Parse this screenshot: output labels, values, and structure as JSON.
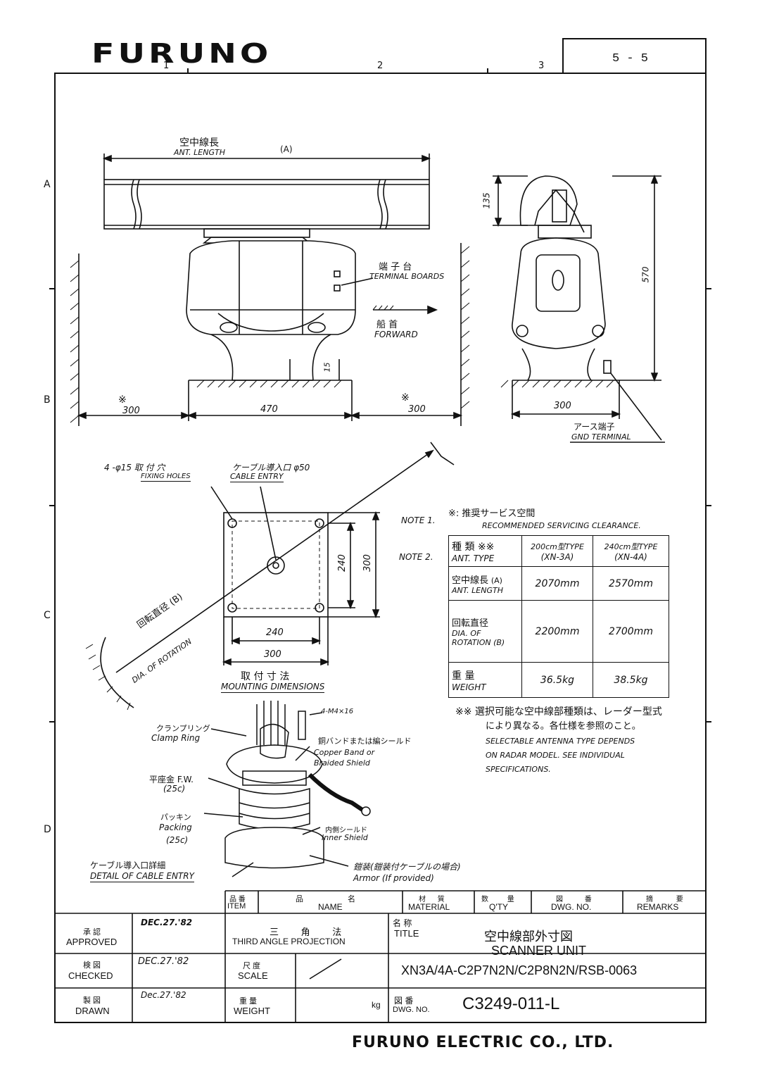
{
  "header": {
    "logo": "FURUNO",
    "page_number": "5 - 5",
    "col_markers": [
      "1",
      "2",
      "3"
    ],
    "row_markers": [
      "A",
      "B",
      "C",
      "D"
    ]
  },
  "front_view": {
    "ant_length_jp": "空中線長",
    "ant_length_en": "ANT. LENGTH",
    "ant_length_ref": "(A)",
    "terminal_boards_jp": "端 子 台",
    "terminal_boards_en": "TERMINAL BOARDS",
    "forward_jp": "船 首",
    "forward_en": "FORWARD",
    "dim_15": "15",
    "clear_mark_left": "※",
    "clear_mark_right": "※",
    "dim_300_left": "300",
    "dim_470": "470",
    "dim_300_right": "300"
  },
  "side_view": {
    "dim_135": "135",
    "dim_570": "570",
    "dim_300": "300",
    "gnd_jp": "アース端子",
    "gnd_en": "GND TERMINAL"
  },
  "mounting": {
    "fixing_jp": "4 -φ15 取 付 穴",
    "fixing_en": "FIXING HOLES",
    "cable_jp": "ケーブル導入口 φ50",
    "cable_en": "CABLE ENTRY",
    "dim_240_v": "240",
    "dim_300_v": "300",
    "dim_240_h": "240",
    "dim_300_h": "300",
    "rotation_jp": "回転直径 (B)",
    "rotation_en": "DIA. OF ROTATION",
    "title_jp": "取 付 寸 法",
    "title_en": "MOUNTING DIMENSIONS"
  },
  "notes": {
    "note1_label": "NOTE 1.",
    "note1_jp": "※: 推奨サービス空間",
    "note1_en": "RECOMMENDED SERVICING CLEARANCE.",
    "note2_label": "NOTE 2.",
    "footnote_jp_1": "※※ 選択可能な空中線部種類は、レーダー型式",
    "footnote_jp_2": "により異なる。各仕様を参照のこと。",
    "footnote_en_1": "SELECTABLE ANTENNA TYPE DEPENDS",
    "footnote_en_2": "ON RADAR MODEL. SEE INDIVIDUAL",
    "footnote_en_3": "SPECIFICATIONS."
  },
  "spec_table": {
    "head_jp": "種 類 ※※",
    "head_en": "ANT. TYPE",
    "col1_jp": "200cm型TYPE",
    "col1_en": "(XN-3A)",
    "col2_jp": "240cm型TYPE",
    "col2_en": "(XN-4A)",
    "rows": [
      {
        "label_jp": "空中線長",
        "label_ref": "(A)",
        "label_en": "ANT. LENGTH",
        "v1": "2070mm",
        "v2": "2570mm"
      },
      {
        "label_jp": "回転直径",
        "label_ref": "(B)",
        "label_en": "DIA. OF ROTATION",
        "v1": "2200mm",
        "v2": "2700mm"
      },
      {
        "label_jp": "重 量",
        "label_ref": "",
        "label_en": "WEIGHT",
        "v1": "36.5kg",
        "v2": "38.5kg"
      }
    ]
  },
  "cable_detail": {
    "screw": "4-M4×16",
    "clamp_jp": "クランプリング",
    "clamp_en": "Clamp Ring",
    "copper_jp": "銅バンドまたは編シールド",
    "copper_en1": "Copper Band or",
    "copper_en2": "Braided Shield",
    "fw_jp": "平座金 F.W.",
    "fw_q": "(25c)",
    "packing_jp": "パッキン",
    "packing_en": "Packing",
    "packing_q": "(25c)",
    "inner_jp": "内側シールド",
    "inner_en": "Inner Shield",
    "title_jp": "ケーブル導入口詳細",
    "title_en": "DETAIL OF CABLE ENTRY",
    "armor_jp": "鎧装(鎧装付ケーブルの場合)",
    "armor_en": "Armor (If provided)"
  },
  "parts_header": {
    "item_jp": "品 番",
    "item_en": "ITEM",
    "name_jp": "品 名",
    "name_en": "NAME",
    "material_jp": "材 質",
    "material_en": "MATERIAL",
    "qty_jp": "数 量",
    "qty_en": "Q'TY",
    "dwg_jp": "図 番",
    "dwg_en": "DWG. NO.",
    "remarks_jp": "摘 要",
    "remarks_en": "REMARKS"
  },
  "title_block": {
    "approved_jp": "承 認",
    "approved_en": "APPROVED",
    "approved_date": "DEC.27.'82",
    "checked_jp": "検 図",
    "checked_en": "CHECKED",
    "checked_date": "DEC.27.'82",
    "drawn_jp": "製 図",
    "drawn_en": "DRAWN",
    "drawn_date": "Dec.27.'82",
    "projection_jp": "三 角 法",
    "projection_en": "THIRD ANGLE PROJECTION",
    "scale_jp": "尺 度",
    "scale_en": "SCALE",
    "weight_jp": "重 量",
    "weight_en": "WEIGHT",
    "weight_unit": "kg",
    "title_label_jp": "名 称",
    "title_label_en": "TITLE",
    "title_jp": "空中線部外寸図",
    "title_en": "SCANNER UNIT",
    "model": "XN3A/4A-C2P7N2N/C2P8N2N/RSB-0063",
    "dwg_label_jp": "図 番",
    "dwg_label_en": "DWG. NO.",
    "dwg_no": "C3249-011-L"
  },
  "footer": {
    "company": "FURUNO ELECTRIC CO., LTD."
  }
}
